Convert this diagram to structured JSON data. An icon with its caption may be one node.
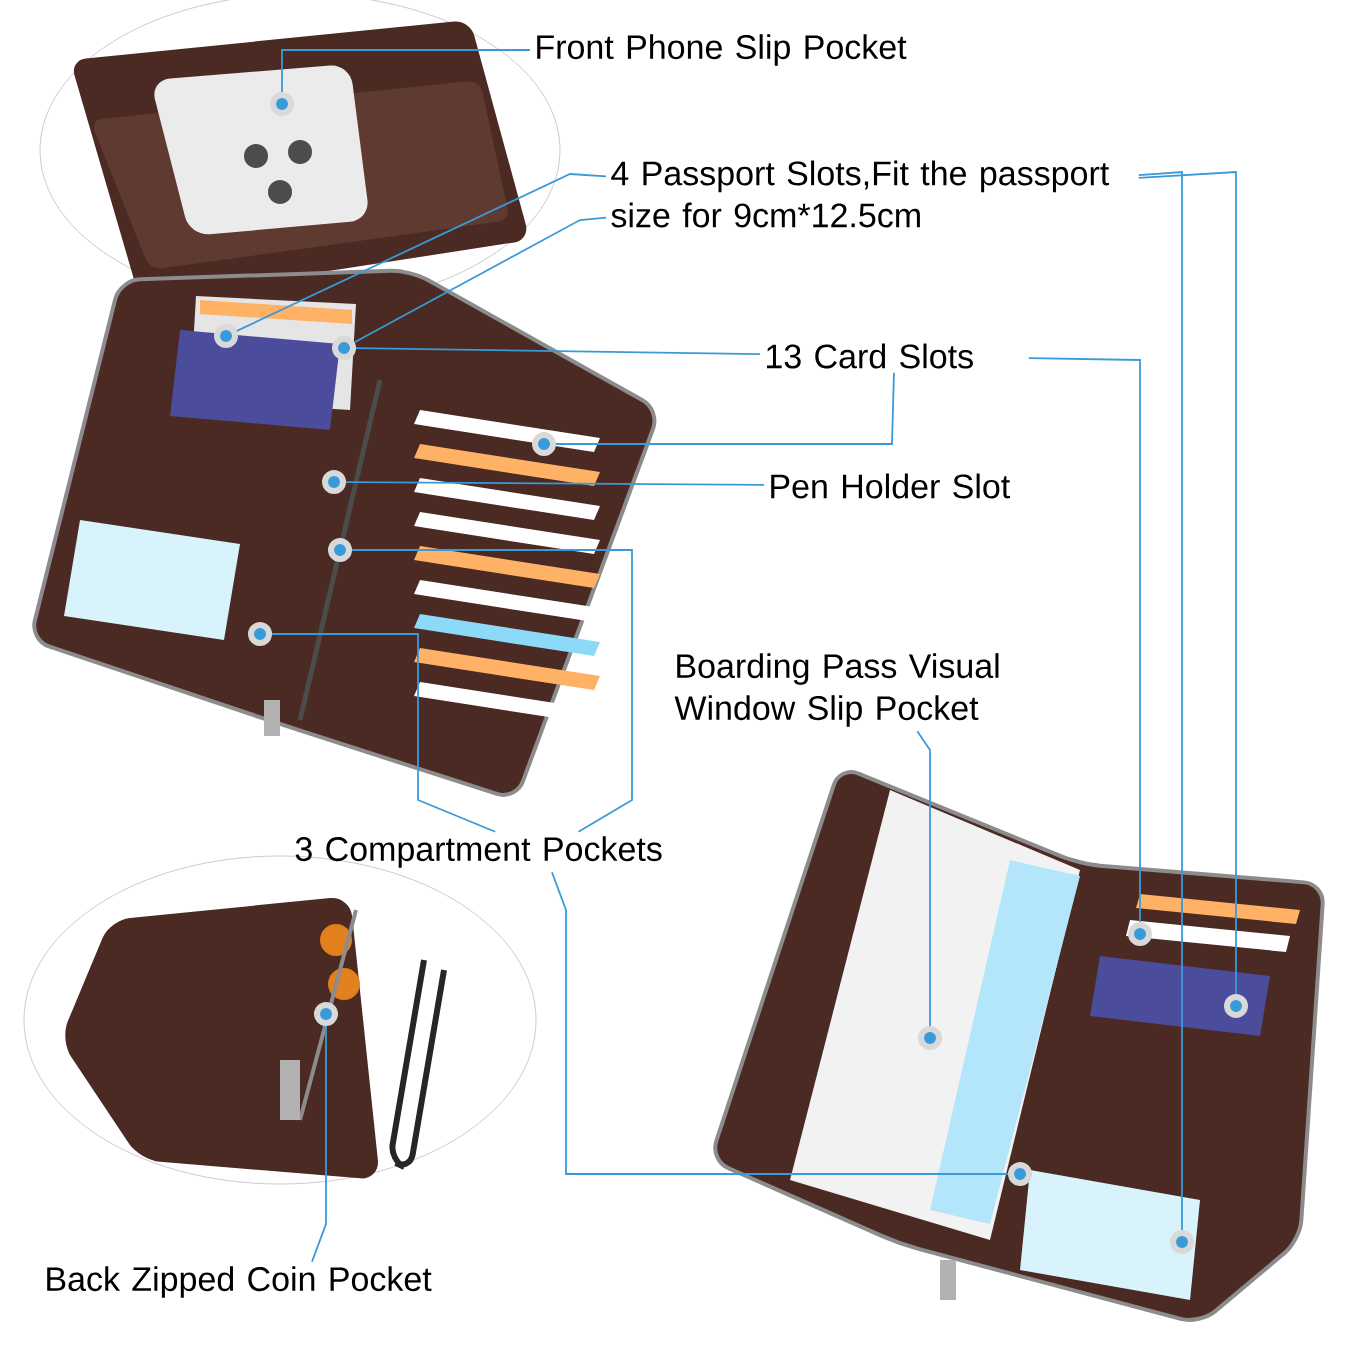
{
  "diagram": {
    "nodes": [
      {
        "text": [
          "Front Phone Slip Pocket"
        ]
      },
      {
        "text": [
          "4 Passport Slots,Fit the passport size for 9cm*12.5cm"
        ]
      },
      {
        "text": [
          "13 Card Slots"
        ]
      },
      {
        "text": [
          "Pen Holder Slot"
        ]
      },
      {
        "text": [
          "Boarding Pass Visual Window Slip Pocket"
        ]
      },
      {
        "text": [
          "3 Compartment Pockets"
        ]
      },
      {
        "text": [
          "Back Zipped Coin Pocket"
        ]
      },
      {
        "text": [],
        "shape": "circle"
      },
      {
        "text": [],
        "shape": "circle"
      },
      {
        "text": [],
        "shape": "circle"
      },
      {
        "text": [],
        "shape": "circle"
      },
      {
        "text": [],
        "shape": "circle"
      },
      {
        "text": [],
        "shape": "circle"
      },
      {
        "text": [],
        "shape": "circle"
      },
      {
        "text": [],
        "shape": "circle"
      },
      {
        "text": [],
        "shape": "circle"
      },
      {
        "text": [],
        "shape": "circle"
      },
      {
        "text": [],
        "shape": "circle"
      },
      {
        "text": [],
        "shape": "circle"
      },
      {
        "text": [],
        "shape": "circle"
      }
    ],
    "edges": [
      {
        "from": 0,
        "to": 7,
        "arrow": "none"
      },
      {
        "from": 1,
        "to": 8,
        "arrow": "none"
      },
      {
        "from": 1,
        "to": 9,
        "arrow": "none"
      },
      {
        "from": 1,
        "to": 17,
        "arrow": "none"
      },
      {
        "from": 1,
        "to": 19,
        "arrow": "none"
      },
      {
        "from": 2,
        "to": 9,
        "arrow": "none"
      },
      {
        "from": 2,
        "to": 10,
        "arrow": "none"
      },
      {
        "from": 2,
        "to": 16,
        "arrow": "none"
      },
      {
        "from": 3,
        "to": 11,
        "arrow": "none"
      },
      {
        "from": 4,
        "to": 15,
        "arrow": "none"
      },
      {
        "from": 5,
        "to": 13,
        "arrow": "none"
      },
      {
        "from": 5,
        "to": 12,
        "arrow": "none"
      },
      {
        "from": 5,
        "to": 18,
        "arrow": "none"
      },
      {
        "from": 6,
        "to": 14,
        "arrow": "none"
      }
    ]
  }
}
